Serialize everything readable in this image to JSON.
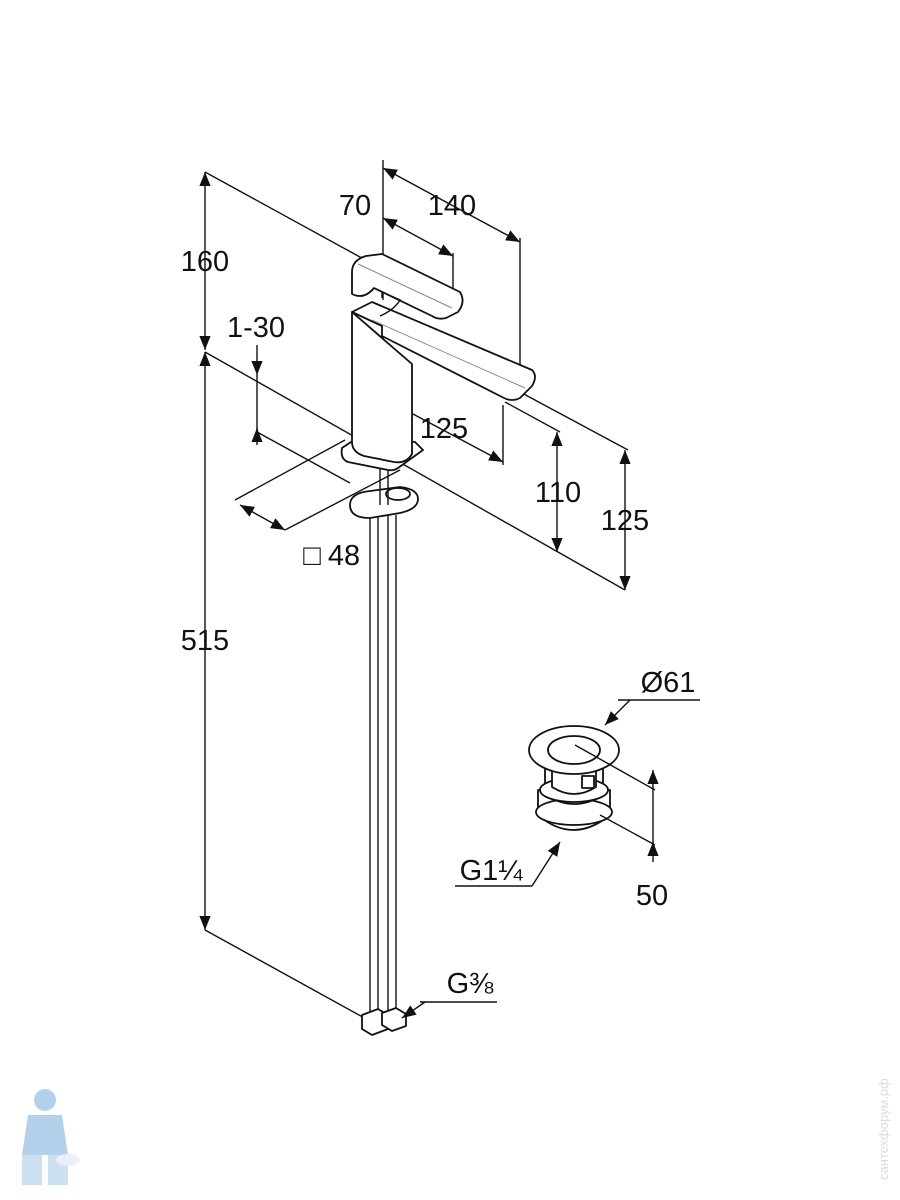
{
  "drawing": {
    "dimensions": {
      "height_top": "160",
      "lever_length": "70",
      "body_depth": "140",
      "adjust_range": "1-30",
      "spout_reach": "125",
      "spout_height": "110",
      "total_height_right": "125",
      "base_square": "48",
      "total_length": "515",
      "waste_diameter": "Ø61",
      "waste_height": "50",
      "waste_thread": "G1¼",
      "hose_thread": "G⅜"
    },
    "symbols": {
      "square": "□"
    },
    "watermark": "сантехфорум.рф"
  },
  "colors": {
    "line": "#111111",
    "logo": "#5b9bd5"
  }
}
